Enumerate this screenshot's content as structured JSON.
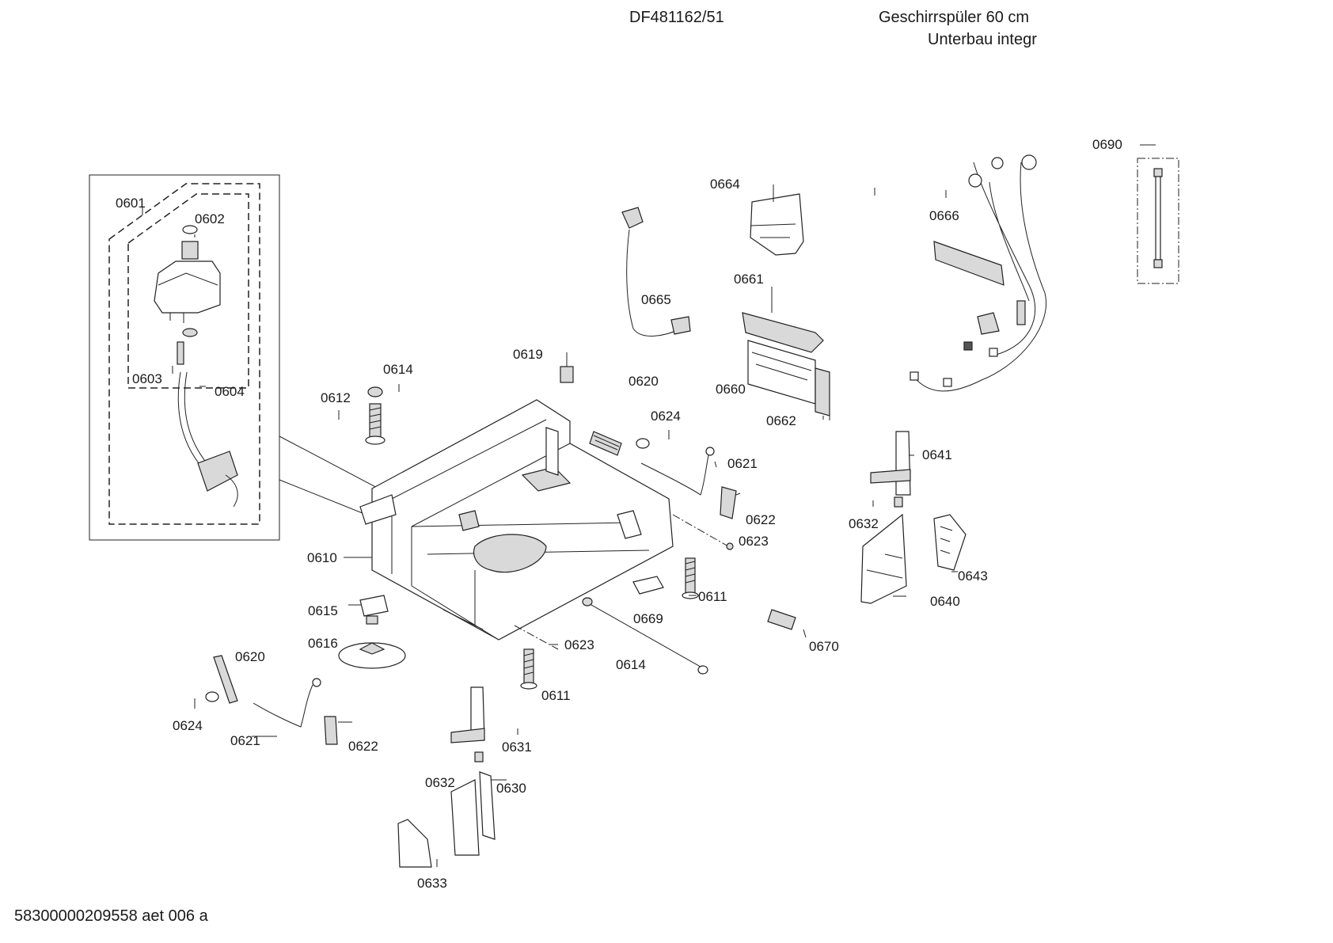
{
  "header": {
    "model": "DF481162/51",
    "title_line1": "Geschirrspüler 60 cm",
    "title_line2": "Unterbau integr"
  },
  "footer": {
    "doc_id": "58300000209558 aet 006 a"
  },
  "labels": [
    "0601",
    "0602",
    "0603",
    "0604",
    "0610",
    "0611",
    "0611",
    "0612",
    "0614",
    "0614",
    "0615",
    "0616",
    "0619",
    "0620",
    "0620",
    "0621",
    "0621",
    "0622",
    "0622",
    "0623",
    "0623",
    "0624",
    "0624",
    "0630",
    "0631",
    "0632",
    "0632",
    "0633",
    "0640",
    "0641",
    "0643",
    "0660",
    "0661",
    "0662",
    "0664",
    "0665",
    "0666",
    "0669",
    "0670",
    "0690"
  ]
}
